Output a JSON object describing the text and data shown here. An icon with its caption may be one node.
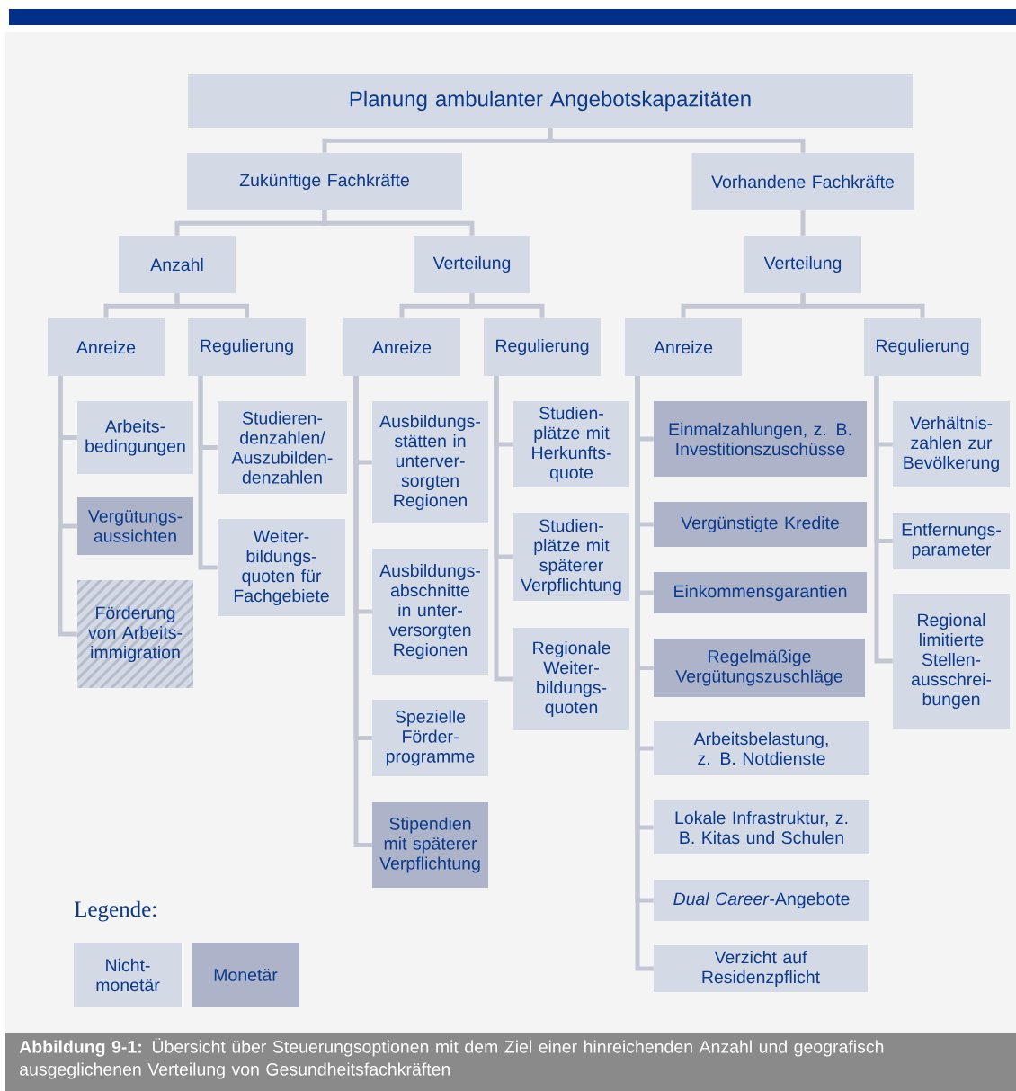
{
  "diagram": {
    "caption": "**Abbildung 9-1:** Übersicht über Steuerungsoptionen mit dem Ziel einer hinreichenden Anzahl und geografisch ausgeglichenen Verteilung von Gesundheitsfachkräften",
    "nodes": [
      {
        "text": [
          "Planung ambulanter Angebotskapazitäten"
        ]
      },
      {
        "text": [
          "Zukünftige Fachkräfte"
        ]
      },
      {
        "text": [
          "Vorhandene Fachkräfte"
        ]
      },
      {
        "text": [
          "Anzahl"
        ]
      },
      {
        "text": [
          "Verteilung"
        ]
      },
      {
        "text": [
          "Verteilung"
        ]
      },
      {
        "text": [
          "Anreize"
        ]
      },
      {
        "text": [
          "Regulierung"
        ]
      },
      {
        "text": [
          "Anreize"
        ]
      },
      {
        "text": [
          "Regulierung"
        ]
      },
      {
        "text": [
          "Anreize"
        ]
      },
      {
        "text": [
          "Regulierung"
        ]
      },
      {
        "text": [
          "Arbeits- bedingungen"
        ]
      },
      {
        "text": [
          "Vergütungs- aussichten"
        ]
      },
      {
        "text": [
          "Förderung von Arbeits- immigration"
        ]
      },
      {
        "text": [
          "Studieren- denzahlen/ Auszubilden- denzahlen"
        ]
      },
      {
        "text": [
          "Weiter- bildungs- quoten für Fachgebiete"
        ]
      },
      {
        "text": [
          "Ausbildungs- stätten in unterver- sorgten Regionen"
        ]
      },
      {
        "text": [
          "Ausbildungs- abschnitte in unter- versorgten Regionen"
        ]
      },
      {
        "text": [
          "Spezielle Förder- programme"
        ]
      },
      {
        "text": [
          "Stipendien mit späterer Verpflichtung"
        ]
      },
      {
        "text": [
          "Studien- plätze mit Herkunfts- quote"
        ]
      },
      {
        "text": [
          "Studien- plätze mit späterer Verpflichtung"
        ]
      },
      {
        "text": [
          "Regionale Weiter- bildungs- quoten"
        ]
      },
      {
        "text": [
          "Einmalzahlungen, z. B. Investitionszuschüsse"
        ]
      },
      {
        "text": [
          "Vergünstigte Kredite"
        ]
      },
      {
        "text": [
          "Einkommensgarantien"
        ]
      },
      {
        "text": [
          "Regelmäßige Vergütungszuschläge"
        ]
      },
      {
        "text": [
          "Arbeitsbelastung, z. B. Notdienste"
        ]
      },
      {
        "text": [
          "Lokale Infrastruktur, z. B. Kitas und Schulen"
        ]
      },
      {
        "text": [
          "*Dual Career*-Angebote"
        ]
      },
      {
        "text": [
          "Verzicht auf Residenzpflicht"
        ]
      },
      {
        "text": [
          "Verhältnis- zahlen zur Bevölkerung"
        ]
      },
      {
        "text": [
          "Entfernungs- parameter"
        ]
      },
      {
        "text": [
          "Regional limitierte Stellen- ausschrei- bungen"
        ]
      }
    ],
    "edges": [
      {
        "from": 0,
        "to": 1,
        "arrow": "none"
      },
      {
        "from": 0,
        "to": 2,
        "arrow": "none"
      },
      {
        "from": 1,
        "to": 3,
        "arrow": "none"
      },
      {
        "from": 1,
        "to": 4,
        "arrow": "none"
      },
      {
        "from": 2,
        "to": 5,
        "arrow": "none"
      },
      {
        "from": 3,
        "to": 6,
        "arrow": "none"
      },
      {
        "from": 3,
        "to": 7,
        "arrow": "none"
      },
      {
        "from": 4,
        "to": 8,
        "arrow": "none"
      },
      {
        "from": 4,
        "to": 9,
        "arrow": "none"
      },
      {
        "from": 5,
        "to": 10,
        "arrow": "none"
      },
      {
        "from": 5,
        "to": 11,
        "arrow": "none"
      },
      {
        "from": 6,
        "to": 12,
        "arrow": "none"
      },
      {
        "from": 6,
        "to": 13,
        "arrow": "none"
      },
      {
        "from": 6,
        "to": 14,
        "arrow": "none"
      },
      {
        "from": 7,
        "to": 15,
        "arrow": "none"
      },
      {
        "from": 7,
        "to": 16,
        "arrow": "none"
      },
      {
        "from": 8,
        "to": 17,
        "arrow": "none"
      },
      {
        "from": 8,
        "to": 18,
        "arrow": "none"
      },
      {
        "from": 8,
        "to": 19,
        "arrow": "none"
      },
      {
        "from": 8,
        "to": 20,
        "arrow": "none"
      },
      {
        "from": 9,
        "to": 21,
        "arrow": "none"
      },
      {
        "from": 9,
        "to": 22,
        "arrow": "none"
      },
      {
        "from": 9,
        "to": 23,
        "arrow": "none"
      },
      {
        "from": 10,
        "to": 24,
        "arrow": "none"
      },
      {
        "from": 10,
        "to": 25,
        "arrow": "none"
      },
      {
        "from": 10,
        "to": 26,
        "arrow": "none"
      },
      {
        "from": 10,
        "to": 27,
        "arrow": "none"
      },
      {
        "from": 10,
        "to": 28,
        "arrow": "none"
      },
      {
        "from": 10,
        "to": 29,
        "arrow": "none"
      },
      {
        "from": 10,
        "to": 30,
        "arrow": "none"
      },
      {
        "from": 10,
        "to": 31,
        "arrow": "none"
      },
      {
        "from": 11,
        "to": 32,
        "arrow": "none"
      },
      {
        "from": 11,
        "to": 33,
        "arrow": "none"
      },
      {
        "from": 11,
        "to": 34,
        "arrow": "none"
      }
    ],
    "labels": [
      "Legende:"
    ],
    "legend": [
      {
        "text": "Nicht- monetär",
        "color": "#d3d9e5"
      },
      {
        "text": "Monetär",
        "color": "#adb3c8"
      }
    ]
  }
}
